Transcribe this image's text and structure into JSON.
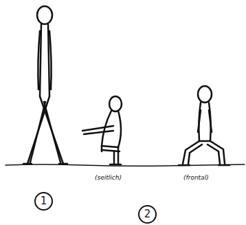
{
  "diagram": {
    "nodes": [
      {
        "text": [
          "1"
        ]
      },
      {
        "text": [
          "2"
        ]
      }
    ],
    "labels": [
      "(seitlich)",
      "(frontal)"
    ]
  }
}
